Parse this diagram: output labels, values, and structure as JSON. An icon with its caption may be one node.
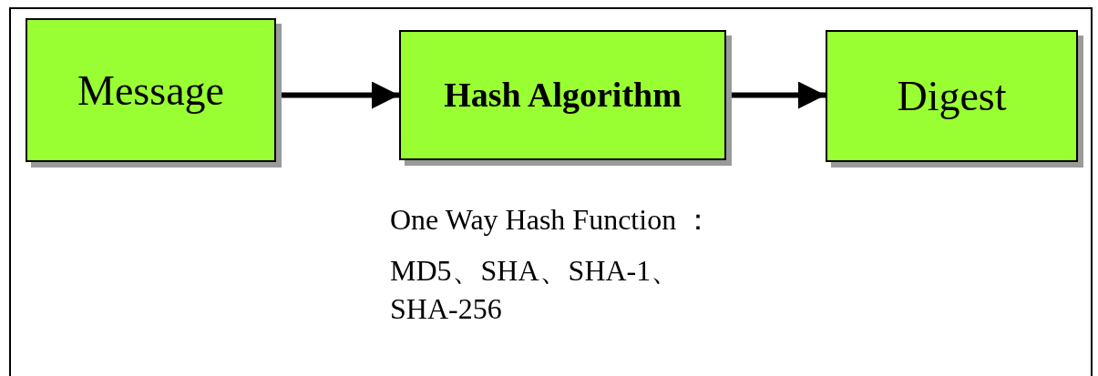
{
  "diagram": {
    "nodes": [
      {
        "text": [
          "Message"
        ]
      },
      {
        "text": [
          "Hash Algorithm"
        ]
      },
      {
        "text": [
          "Digest"
        ]
      }
    ],
    "edges": [
      {
        "from": 0,
        "to": 1,
        "arrow": "to"
      },
      {
        "from": 1,
        "to": 2,
        "arrow": "to"
      }
    ],
    "labels": [
      "One Way Hash Function ：",
      "MD5、SHA、SHA-1、 SHA-256"
    ]
  }
}
